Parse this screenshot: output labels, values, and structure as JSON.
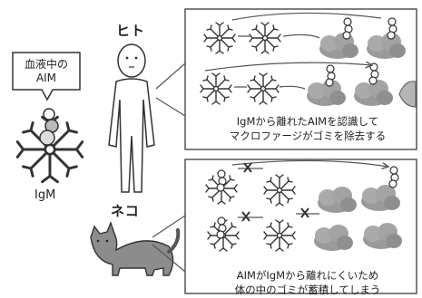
{
  "bubble": {
    "line1": "血液中の",
    "line2": "AIM"
  },
  "igm_label": "IgM",
  "human_label": "ヒト",
  "cat_label": "ネコ",
  "human_caption": {
    "line1": "IgMから離れたAIMを認識して",
    "line2": "マクロファージがゴミを除去する"
  },
  "cat_caption": {
    "line1": "AIMがIgMから離れにくいため",
    "line2": "体の中のゴミが蓄積してしまう"
  },
  "colors": {
    "line": "#333333",
    "cloud": "#9a9a9a",
    "panel_border": "#555555",
    "blocked_mark": "#333333"
  }
}
